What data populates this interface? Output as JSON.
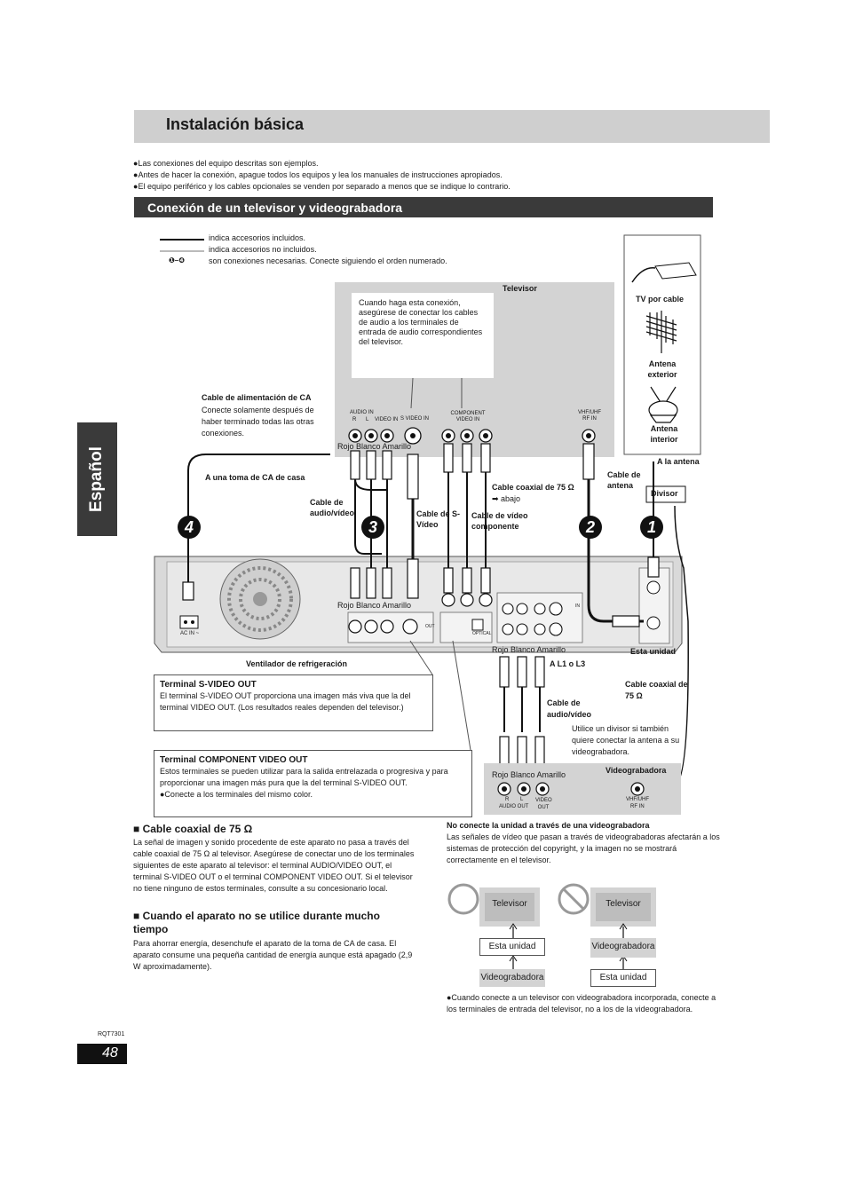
{
  "header": {
    "title": "Instalación básica"
  },
  "side_tab": {
    "label": "Español"
  },
  "intro_bullets": [
    "Las conexiones del equipo descritas son ejemplos.",
    "Antes de hacer la conexión, apague todos los equipos y lea los manuales de instrucciones apropiados.",
    "El equipo periférico y los cables opcionales se venden por separado a menos que se indique lo contrario."
  ],
  "bullet_glyph": "●",
  "section": {
    "title": "Conexión de un televisor y videograbadora"
  },
  "legend": {
    "included": "indica accesorios incluidos.",
    "not_included": "indica accesorios no incluidos.",
    "order_symbol": "❶–❹",
    "order": "son conexiones necesarias. Conecte siguiendo el orden numerado."
  },
  "diagram": {
    "tv_label": "Televisor",
    "tv_note": "Cuando haga esta conexión, asegúrese de conectar los cables de audio a los terminales de entrada de audio correspondientes del televisor.",
    "tv_ports": {
      "audio_in": "AUDIO IN",
      "r": "R",
      "l": "L",
      "video_in": "VIDEO IN",
      "s_video_in": "S VIDEO IN",
      "component_video_in": "COMPONENT VIDEO IN",
      "vhf_uhf_rf_in": "VHF/UHF RF IN"
    },
    "colors_label": "Rojo Blanco Amarillo",
    "ac_power_cable_title": "Cable de alimentación de CA",
    "ac_power_cable_text": "Conecte solamente después de haber terminado todas las otras conexiones.",
    "ac_outlet": "A una toma de CA de casa",
    "av_cable": "Cable de audio/vídeo",
    "svideo_cable": "Cable de S-Vídeo",
    "component_cable": "Cable de vídeo componente",
    "coax_cable": "Cable coaxial de 75 Ω",
    "coax_below": "➡ abajo",
    "antenna_cable": "Cable de antena",
    "cable_tv": "TV por cable",
    "outdoor_antenna": "Antena exterior",
    "indoor_antenna": "Antena interior",
    "to_antenna": "A la antena",
    "splitter": "Divisor",
    "numbers": [
      "4",
      "3",
      "2",
      "1"
    ],
    "cooling_fan": "Ventilador de refrigeración",
    "this_unit": "Esta unidad",
    "a_l1_l3": "A L1 o L3",
    "coax_75": "Cable coaxial de 75 Ω",
    "av_cable_2": "Cable de audio/vídeo",
    "splitter_note": "Utilice un divisor si también quiere conectar la antena a su videograbadora.",
    "vcr_label": "Videograbadora",
    "vcr_ports": {
      "r": "R",
      "l": "L",
      "audio_out": "AUDIO OUT",
      "video_out": "VIDEO OUT",
      "vhf_uhf": "VHF/UHF",
      "rf_in": "RF IN"
    },
    "ac_in": "AC IN ~",
    "optical": "OPTICAL",
    "out": "OUT",
    "in_label": "IN"
  },
  "svideo_callout": {
    "title": "Terminal S-VIDEO OUT",
    "text": "El terminal S-VIDEO OUT proporciona una imagen más viva que la del terminal VIDEO OUT. (Los resultados reales dependen del televisor.)"
  },
  "component_callout": {
    "title": "Terminal COMPONENT VIDEO OUT",
    "text": "Estos terminales se pueden utilizar para la salida entrelazada o progresiva y para proporcionar una imagen más pura que la del terminal S-VIDEO OUT.",
    "bullet": "●Conecte a los terminales del mismo color."
  },
  "coax_section": {
    "title": "■ Cable coaxial de 75 Ω",
    "text": "La señal de imagen y sonido procedente de este aparato no pasa a través del cable coaxial de 75 Ω al televisor. Asegúrese de conectar uno de los terminales siguientes de este aparato al televisor: el terminal AUDIO/VIDEO OUT, el terminal S-VIDEO OUT o el terminal COMPONENT VIDEO OUT. Si el televisor no tiene ninguno de estos terminales, consulte a su concesionario local."
  },
  "unused_section": {
    "title": "■ Cuando el aparato no se utilice durante mucho tiempo",
    "text": "Para ahorrar energía, desenchufe el aparato de la toma de CA de casa. El aparato consume una pequeña cantidad de energía aunque está apagado (2,9 W aproximadamente)."
  },
  "vcr_section": {
    "title": "No conecte la unidad a través de una videograbadora",
    "text": "Las señales de vídeo que pasan a través de videograbadoras afectarán a los sistemas de protección del copyright, y la imagen no se mostrará correctamente en el televisor."
  },
  "flow_good": {
    "tv": "Televisor",
    "unit": "Esta unidad",
    "vcr": "Videograbadora"
  },
  "flow_bad": {
    "tv": "Televisor",
    "vcr": "Videograbadora",
    "unit": "Esta unidad"
  },
  "final_note": "●Cuando conecte a un televisor con videograbadora incorporada, conecte a los terminales de entrada del televisor, no a los de la videograbadora.",
  "doc_code": "RQT7301",
  "page_number": "48"
}
